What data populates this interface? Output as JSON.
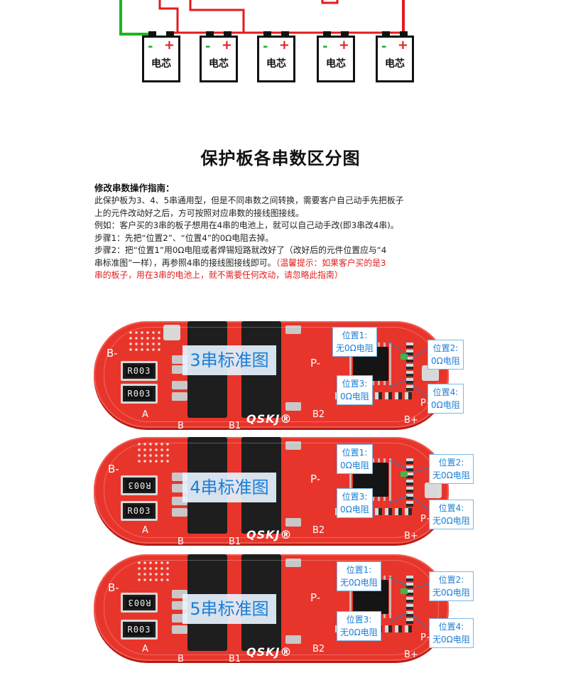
{
  "wiring": {
    "cells": [
      {
        "minus": "-",
        "plus": "+",
        "label": "电芯"
      },
      {
        "minus": "-",
        "plus": "+",
        "label": "电芯"
      },
      {
        "minus": "-",
        "plus": "+",
        "label": "电芯"
      },
      {
        "minus": "-",
        "plus": "+",
        "label": "电芯"
      },
      {
        "minus": "-",
        "plus": "+",
        "label": "电芯"
      }
    ]
  },
  "title": "保护板各串数区分图",
  "guide": {
    "heading": "修改串数操作指南：",
    "line1": "此保护板为3、4、5串通用型，但是不同串数之间转换，需要客户自己动手先把板子",
    "line2": "上的元件改动好之后，方可按照对应串数的接线图接线。",
    "line3": "例如：客户买的3串的板子想用在4串的电池上，就可以自己动手改(即3串改4串)。",
    "line4": "步骤1：先把“位置2”、“位置4”的0Ω电阻去掉。",
    "line5": "步骤2：把“位置1”用0Ω电阻或者焊锡短路就改好了（改好后的元件位置应与“4",
    "line6a": "串标准图”一样），再参照4串的接线图接线即可。",
    "line6b": "（温馨提示：如果客户买的是3",
    "line7": "串的板子，用在3串的电池上，就不需要任何改动，请忽略此指南）"
  },
  "boards": [
    {
      "label": "3串标准图",
      "resistor_top": "R003",
      "resistor_bottom": "R003",
      "silk": {
        "b_minus": "B-",
        "p_minus": "P-",
        "a": "A",
        "b": "B",
        "b1": "B1",
        "b2": "B2",
        "b_plus": "B+",
        "p_plus": "P+"
      },
      "brand": "QSKJ®",
      "pos1": {
        "title": "位置1:",
        "value": "无0Ω电阻"
      },
      "pos2": {
        "title": "位置2:",
        "value": "0Ω电阻"
      },
      "pos3": {
        "title": "位置3:",
        "value": "0Ω电阻"
      },
      "pos4": {
        "title": "位置4:",
        "value": "0Ω电阻"
      }
    },
    {
      "label": "4串标准图",
      "resistor_top": "R003",
      "resistor_bottom": "R003",
      "silk": {
        "b_minus": "B-",
        "p_minus": "P-",
        "a": "A",
        "b": "B",
        "b1": "B1",
        "b2": "B2",
        "b_plus": "B+",
        "p_plus": "P+"
      },
      "brand": "QSKJ®",
      "pos1": {
        "title": "位置1:",
        "value": "0Ω电阻"
      },
      "pos2": {
        "title": "位置2:",
        "value": "无0Ω电阻"
      },
      "pos3": {
        "title": "位置3:",
        "value": "0Ω电阻"
      },
      "pos4": {
        "title": "位置4:",
        "value": "无0Ω电阻"
      }
    },
    {
      "label": "5串标准图",
      "resistor_top": "R003",
      "resistor_bottom": "R003",
      "silk": {
        "b_minus": "B-",
        "p_minus": "P-",
        "a": "A",
        "b": "B",
        "b1": "B1",
        "b2": "B2",
        "b_plus": "B+",
        "p_plus": "P+"
      },
      "brand": "QSKJ®",
      "pos1": {
        "title": "位置1:",
        "value": "无0Ω电阻"
      },
      "pos2": {
        "title": "位置2:",
        "value": "无0Ω电阻"
      },
      "pos3": {
        "title": "位置3:",
        "value": "无0Ω电阻"
      },
      "pos4": {
        "title": "位置4:",
        "value": "无0Ω电阻"
      }
    }
  ],
  "colors": {
    "wire_red": "#e31b1b",
    "wire_green": "#1fb31f",
    "pcb_red": "#e8352b",
    "label_blue": "#1c7ed6",
    "tip_red": "#e31b1b"
  }
}
